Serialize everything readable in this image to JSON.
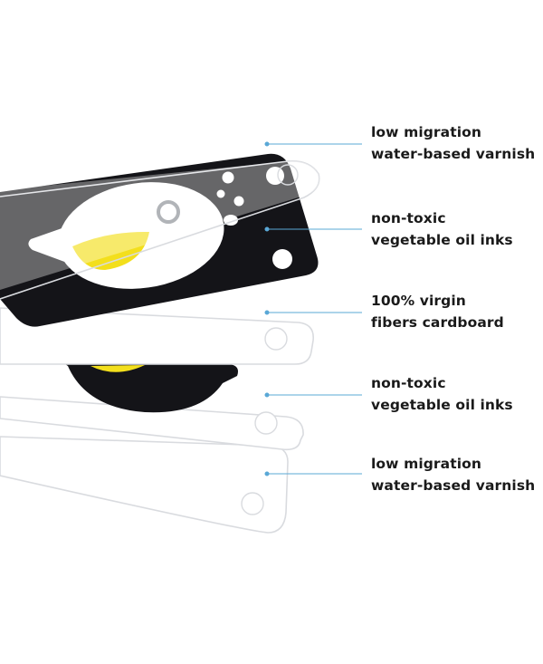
{
  "layers": [
    {
      "line1": "low migration",
      "line2": "water-based varnish"
    },
    {
      "line1": "non-toxic",
      "line2": "vegetable oil inks"
    },
    {
      "line1": "100% virgin",
      "line2": "fibers cardboard"
    },
    {
      "line1": "non-toxic",
      "line2": "vegetable oil inks"
    },
    {
      "line1": "low migration",
      "line2": "water-based varnish"
    }
  ],
  "colors": {
    "leader": "#5aa8d6",
    "ink_black": "#141418",
    "ink_yellow": "#f3df1c",
    "card_outline": "#d9dbdf",
    "text": "#1a1a1a"
  }
}
